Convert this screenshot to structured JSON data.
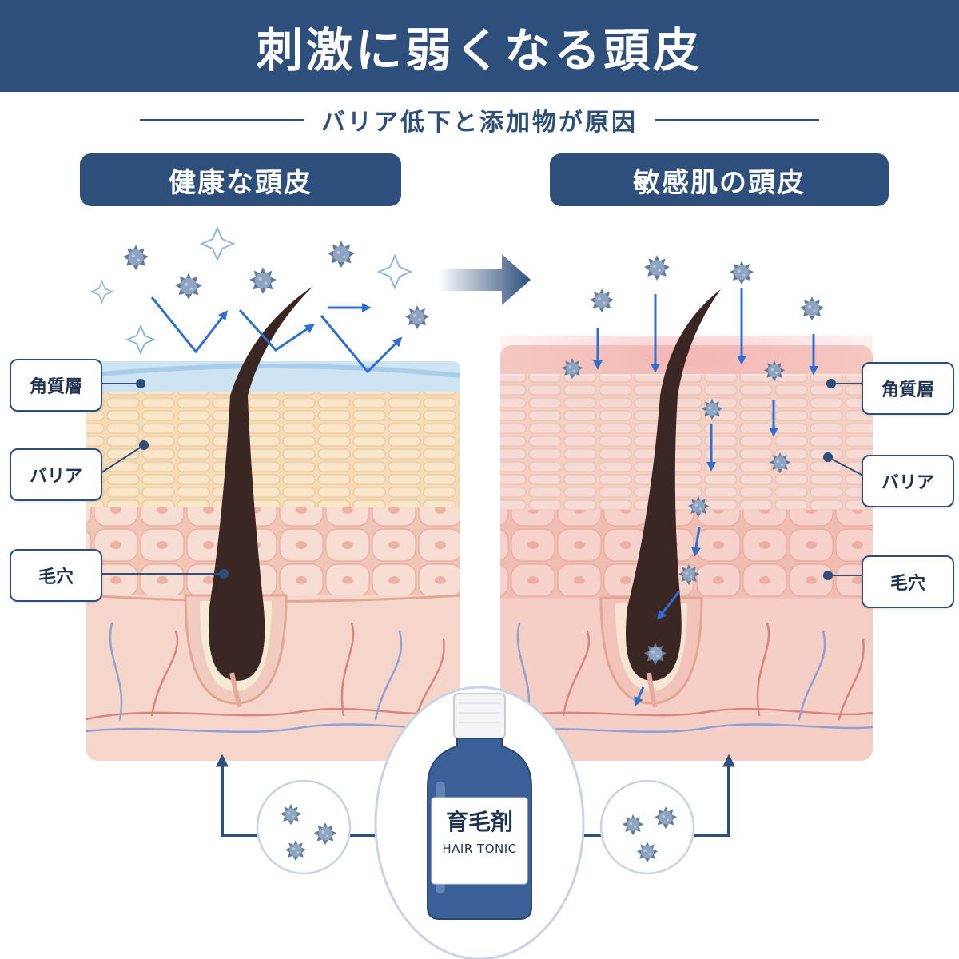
{
  "title": "刺激に弱くなる頭皮",
  "subtitle": "バリア低下と添加物が原因",
  "panels": {
    "left": {
      "heading": "健康な頭皮",
      "labels": [
        "角質層",
        "バリア",
        "毛穴"
      ]
    },
    "right": {
      "heading": "敏感肌の頭皮",
      "labels": [
        "角質層",
        "バリア",
        "毛穴"
      ]
    }
  },
  "product": {
    "name_jp": "育毛剤",
    "name_en": "HAIR TONIC"
  },
  "colors": {
    "navy": "#2e4f7c",
    "arrow_blue": "#2f6fd0",
    "skin": "#f3c9bd",
    "hair": "#3a2622"
  }
}
